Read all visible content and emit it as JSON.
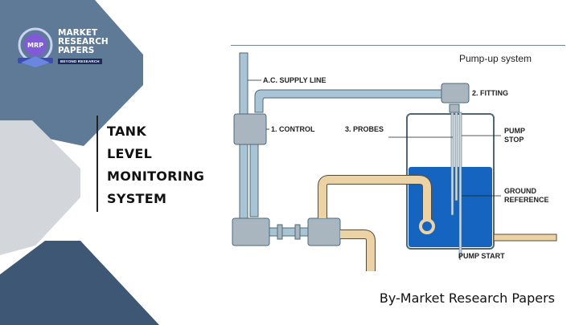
{
  "logo": {
    "lines": [
      "MARKET",
      "RESEARCH",
      "PAPERS"
    ],
    "tagline": "BEYOND RESEARCH",
    "monogram": "MRP"
  },
  "title_lines": [
    "TANK",
    "LEVEL",
    "MONITORING",
    "SYSTEM"
  ],
  "diagram": {
    "heading": "Pump-up system",
    "labels": {
      "supply": "A.C. SUPPLY LINE",
      "fitting": "2. FITTING",
      "control": "1. CONTROL",
      "probes": "3. PROBES",
      "pump_stop_1": "PUMP",
      "pump_stop_2": "STOP",
      "ground_1": "GROUND",
      "ground_2": "REFERENCE",
      "pump_start": "PUMP START"
    }
  },
  "footer": "By-Market Research Papers",
  "colors": {
    "slate": "#5f7a96",
    "grey": "#d3d6da",
    "navy": "#3e5774",
    "water": "#1565c0",
    "pipe_blue": "#a9c4d4",
    "pipe_tan": "#ecd3a6"
  }
}
